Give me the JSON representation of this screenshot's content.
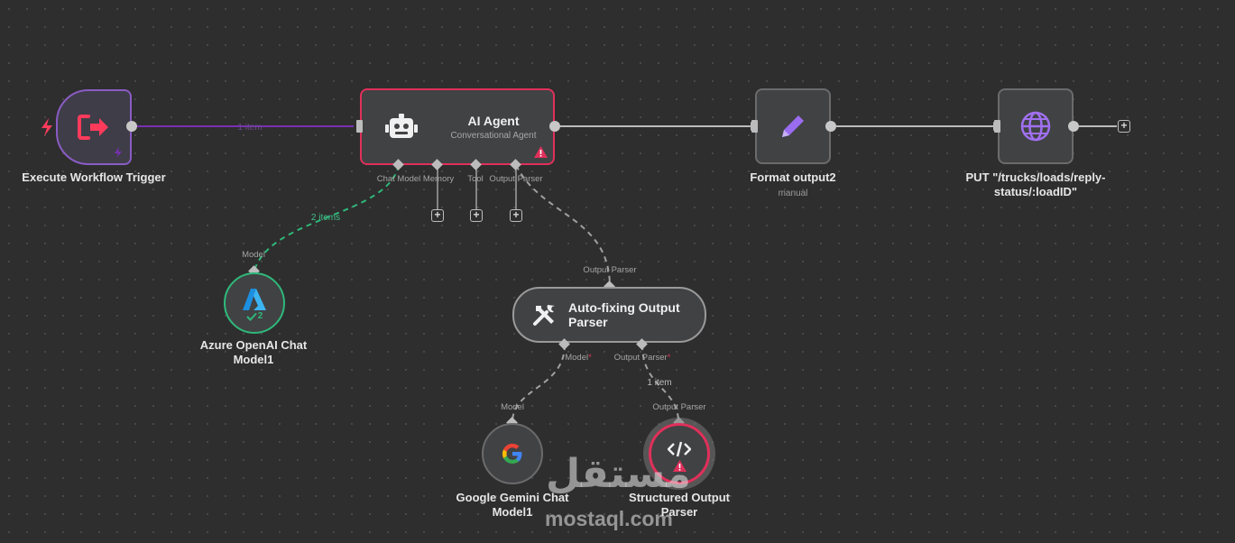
{
  "nodes": {
    "trigger": {
      "label": "Execute Workflow Trigger"
    },
    "agent": {
      "title": "AI Agent",
      "subtitle": "Conversational Agent"
    },
    "format": {
      "label": "Format output2",
      "sublabel": "manual"
    },
    "http": {
      "label_line1": "PUT \"/trucks/loads/reply-",
      "label_line2": "status/:loadID\""
    },
    "azure": {
      "label_line1": "Azure OpenAI Chat",
      "label_line2": "Model1",
      "badge": "2"
    },
    "autofix": {
      "title_line1": "Auto-fixing Output",
      "title_line2": "Parser"
    },
    "gemini": {
      "label_line1": "Google Gemini Chat",
      "label_line2": "Model1"
    },
    "structured": {
      "label_line1": "Structured Output",
      "label_line2": "Parser"
    }
  },
  "ports": {
    "agent_chat_model": "Chat Model",
    "agent_memory": "Memory",
    "agent_tool": "Tool",
    "agent_output_parser": "Output Parser",
    "azure_in": "Model",
    "autofix_in": "Output Parser",
    "autofix_model": "Model",
    "autofix_parser": "Output Parser",
    "required_mark": "*",
    "gemini_in": "Model",
    "structured_in": "Output Parser"
  },
  "edges": {
    "agent_azure_items": "2 items",
    "autofix_structured_items": "1 item",
    "trigger_agent_items": "1 item"
  },
  "watermark": {
    "arabic": "مستقل",
    "latin": "mostaql.com"
  },
  "colors": {
    "canvas": "#2e2e2e",
    "trigger_border": "#8a5cc4",
    "error_red": "#e0305a",
    "success_green": "#2fb87a",
    "main_connection_purple": "#7a2fb3",
    "http_icon": "#a070f0",
    "edit_icon": "#9a6cf0"
  },
  "icons": {
    "trigger": "sign-out-icon",
    "agent": "robot-icon",
    "format": "pencil-icon",
    "http": "globe-icon",
    "azure": "azure-logo-icon",
    "autofix": "tools-icon",
    "gemini": "google-logo-icon",
    "structured": "code-icon"
  }
}
